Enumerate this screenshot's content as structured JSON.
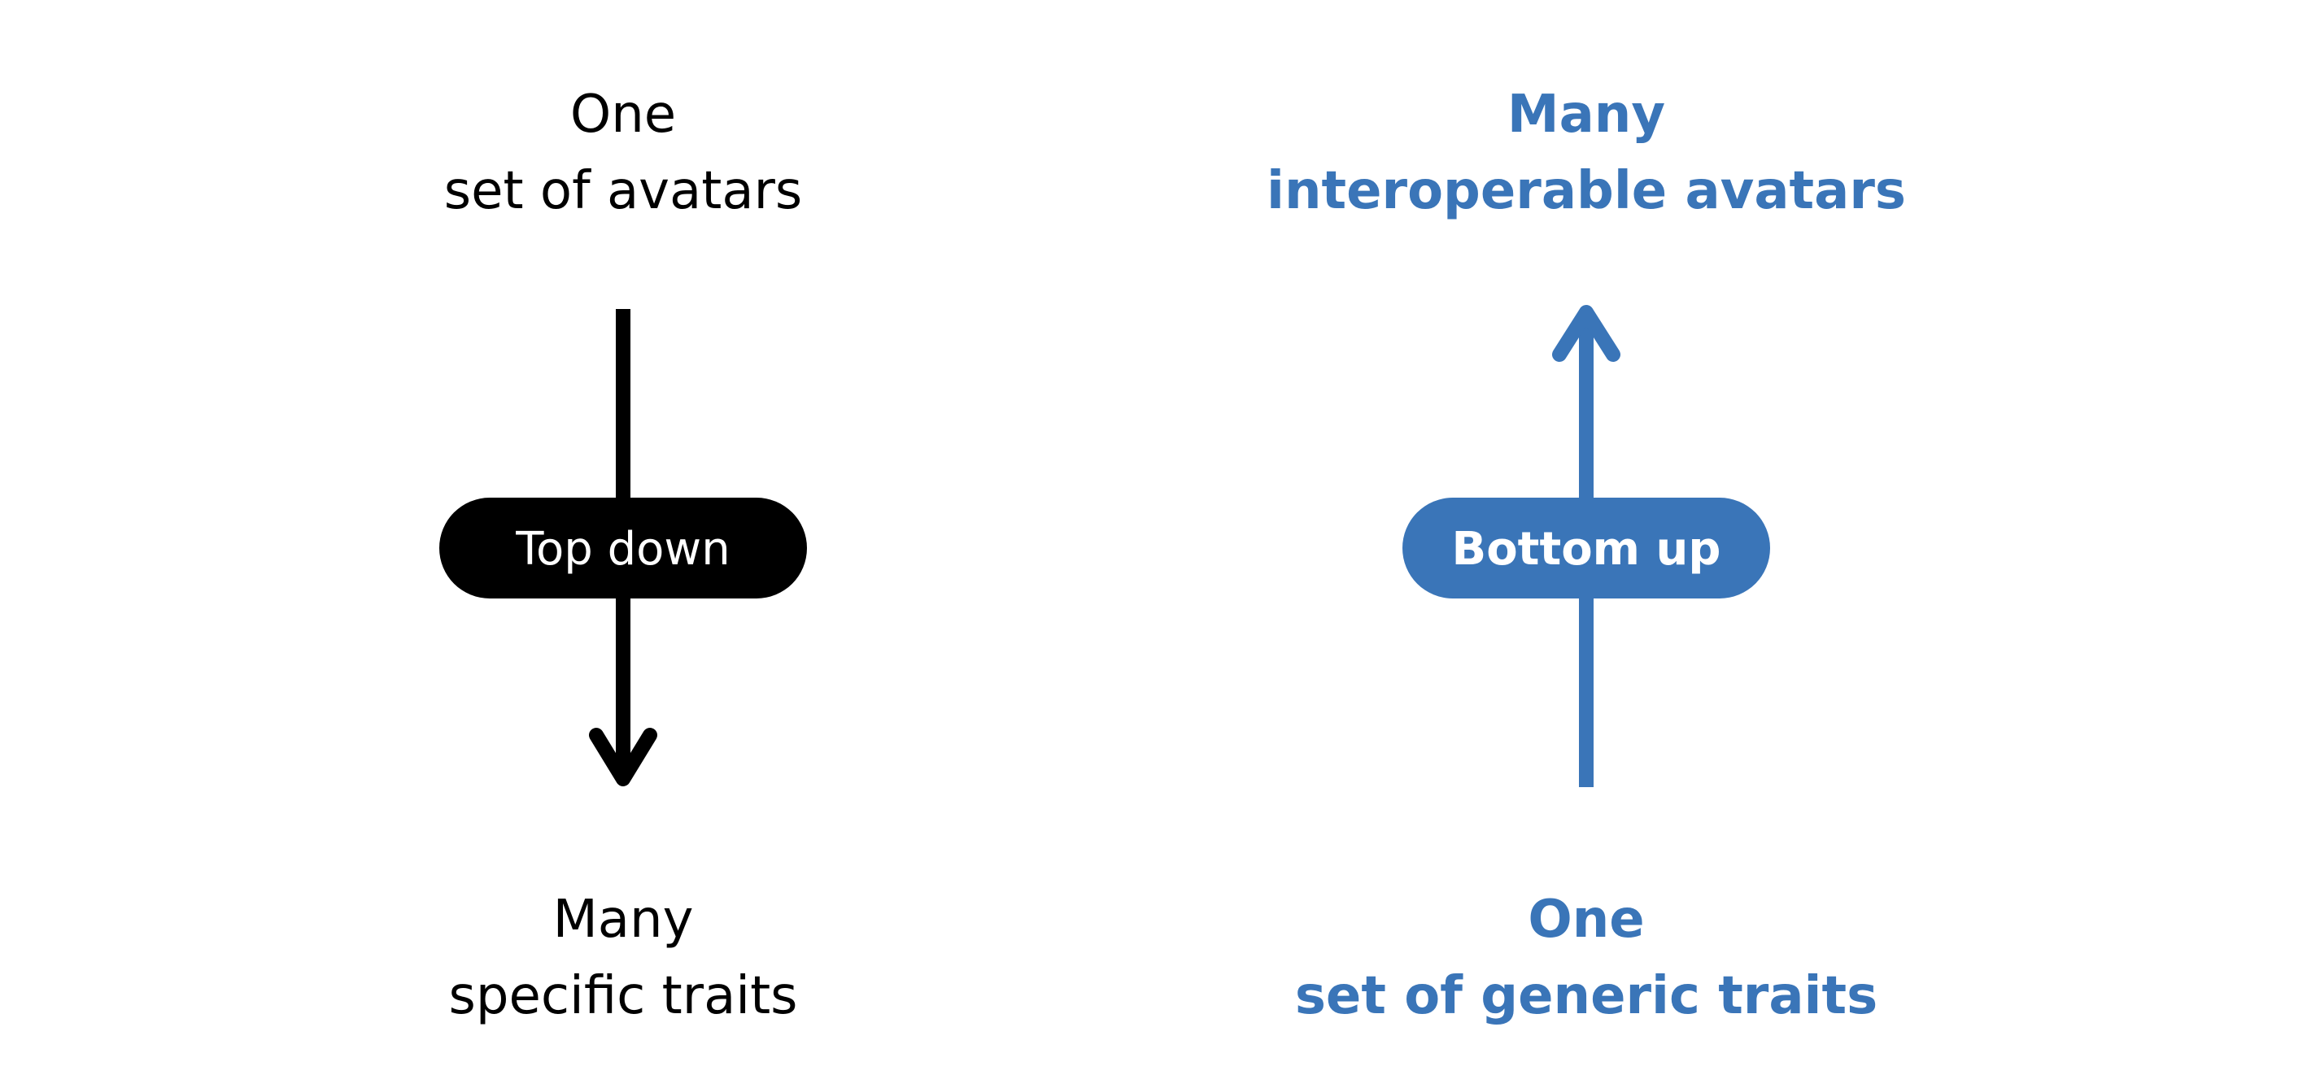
{
  "colors": {
    "left": "#000000",
    "right": "#3a75b8",
    "pill_text": "#ffffff",
    "background": "#ffffff"
  },
  "left": {
    "top_line1": "One",
    "top_line2": "set of avatars",
    "pill": "Top down",
    "bottom_line1": "Many",
    "bottom_line2": "specific traits",
    "arrow_direction": "down"
  },
  "right": {
    "top_line1": "Many",
    "top_line2": "interoperable avatars",
    "pill": "Bottom up",
    "bottom_line1": "One",
    "bottom_line2": "set of generic traits",
    "arrow_direction": "up"
  }
}
